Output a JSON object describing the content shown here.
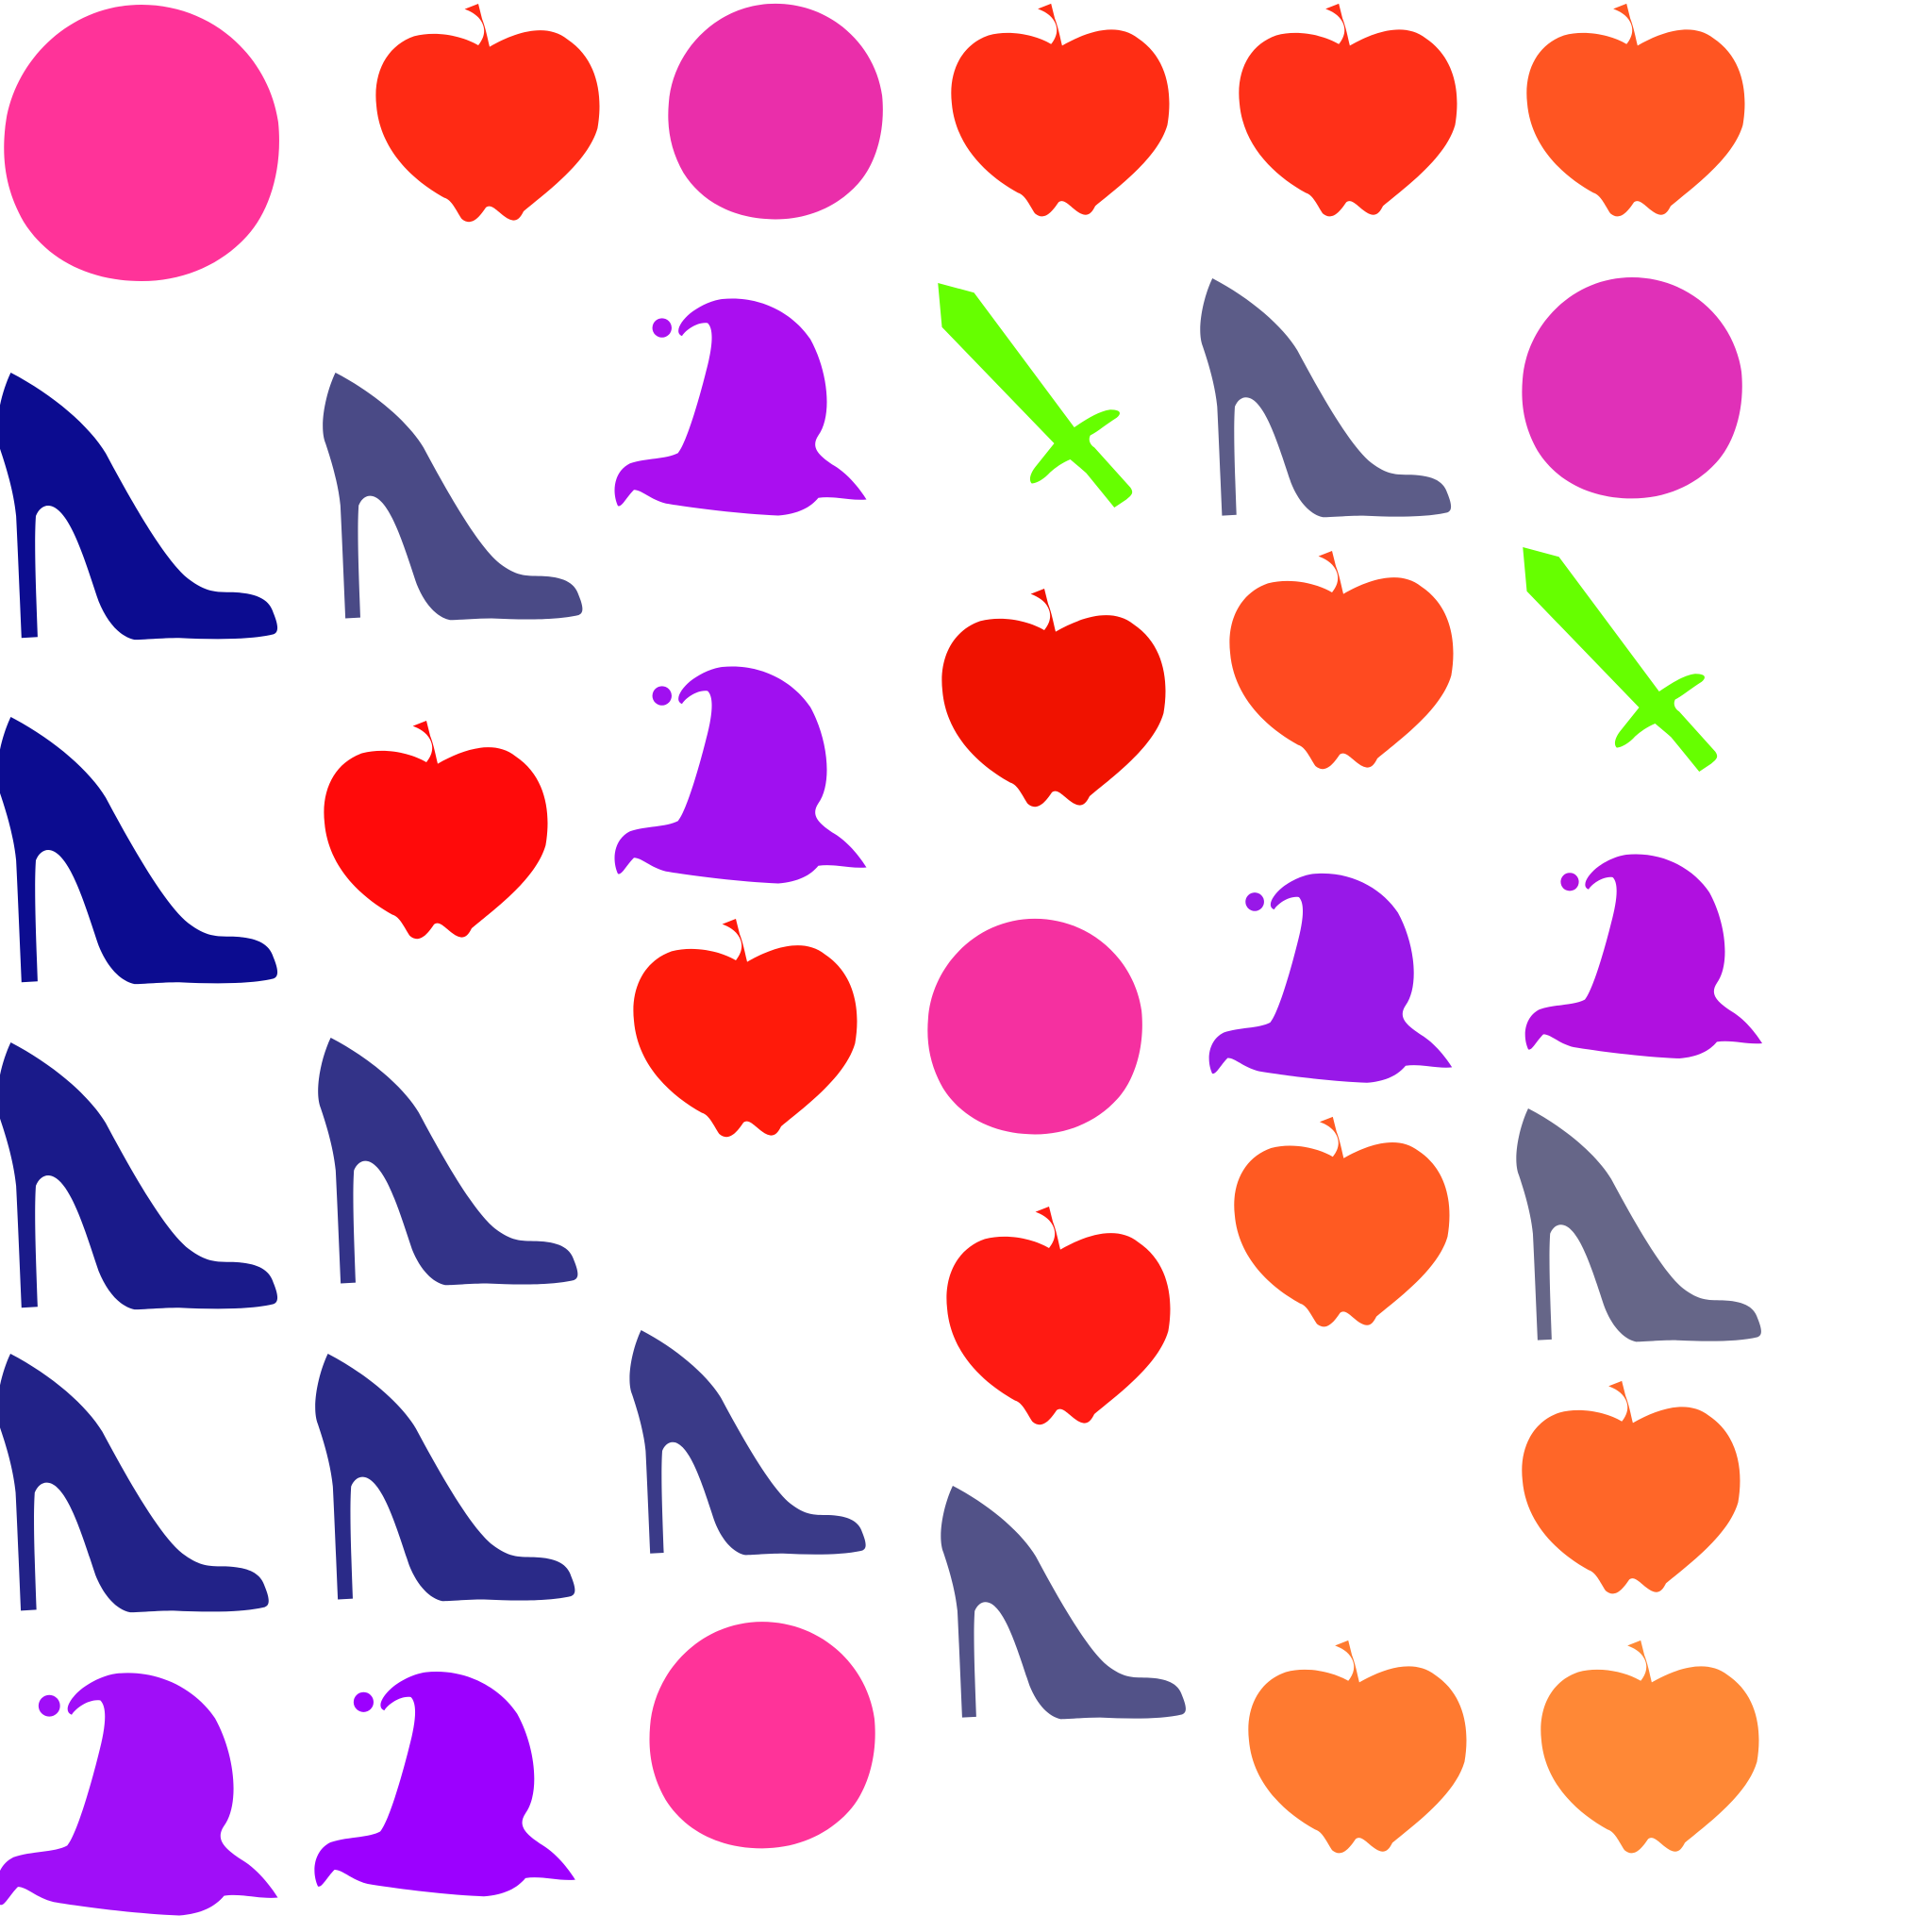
{
  "background": "#ffffff",
  "palette": {
    "apple_red": "#ff2a14",
    "apple_orange": "#ff5522",
    "apple_light": "#ff8833",
    "blob_pink": "#ff3399",
    "blob_magenta": "#e830b0",
    "hat_purple": "#a010f0",
    "shoe_navy": "#0c0c90",
    "shoe_indigo": "#2e2e8a",
    "shoe_slate": "#5a5a88",
    "sword_green": "#66ff00"
  },
  "shape_types": [
    "apple",
    "blob",
    "hat",
    "shoe",
    "sword"
  ],
  "items": [
    {
      "shape": "blob",
      "color": "#ff3399"
    },
    {
      "shape": "apple",
      "color": "#ff2a14"
    },
    {
      "shape": "blob",
      "color": "#ea2eaa"
    },
    {
      "shape": "apple",
      "color": "#ff2d14"
    },
    {
      "shape": "apple",
      "color": "#ff3018"
    },
    {
      "shape": "apple",
      "color": "#ff5522"
    },
    {
      "shape": "shoe",
      "color": "#0c0c90"
    },
    {
      "shape": "shoe",
      "color": "#4a4a86"
    },
    {
      "shape": "hat",
      "color": "#aa0ef0"
    },
    {
      "shape": "sword",
      "color": "#66ff00"
    },
    {
      "shape": "shoe",
      "color": "#5c5c88"
    },
    {
      "shape": "blob",
      "color": "#e030b8"
    },
    {
      "shape": "apple",
      "color": "#f01200"
    },
    {
      "shape": "apple",
      "color": "#ff4a20"
    },
    {
      "shape": "sword",
      "color": "#66ff00"
    },
    {
      "shape": "shoe",
      "color": "#0c0c90"
    },
    {
      "shape": "apple",
      "color": "#ff0a0a"
    },
    {
      "shape": "hat",
      "color": "#a010f0"
    },
    {
      "shape": "apple",
      "color": "#ff1a0a"
    },
    {
      "shape": "blob",
      "color": "#f530a0"
    },
    {
      "shape": "hat",
      "color": "#9818e8"
    },
    {
      "shape": "hat",
      "color": "#b010e0"
    },
    {
      "shape": "shoe",
      "color": "#1a1a8a"
    },
    {
      "shape": "shoe",
      "color": "#333388"
    },
    {
      "shape": "apple",
      "color": "#ff5a22"
    },
    {
      "shape": "shoe",
      "color": "#666688"
    },
    {
      "shape": "shoe",
      "color": "#222288"
    },
    {
      "shape": "shoe",
      "color": "#2a2a88"
    },
    {
      "shape": "shoe",
      "color": "#3a3a88"
    },
    {
      "shape": "apple",
      "color": "#ff1a12"
    },
    {
      "shape": "apple",
      "color": "#ff6628"
    },
    {
      "shape": "shoe",
      "color": "#525288"
    },
    {
      "shape": "hat",
      "color": "#a00ef8"
    },
    {
      "shape": "hat",
      "color": "#9c00ff"
    },
    {
      "shape": "blob",
      "color": "#ff3399"
    },
    {
      "shape": "apple",
      "color": "#ff7a30"
    },
    {
      "shape": "apple",
      "color": "#ff8836"
    }
  ]
}
